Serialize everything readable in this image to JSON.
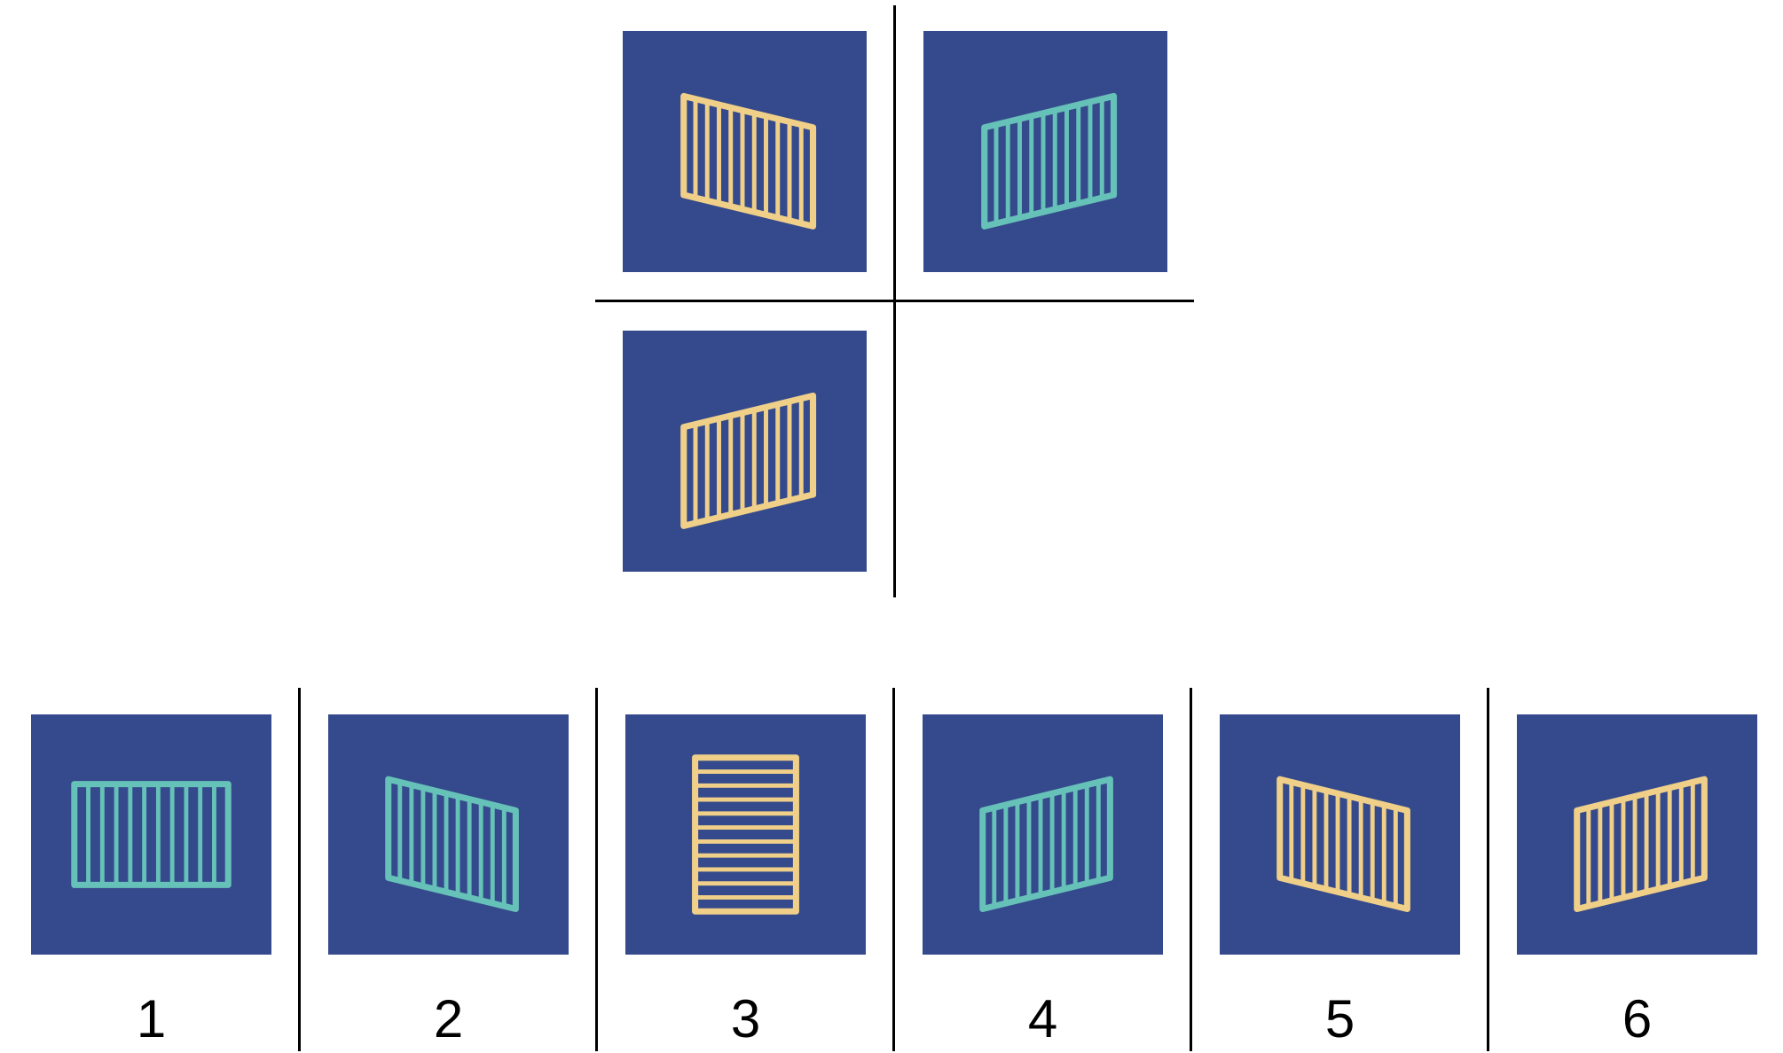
{
  "colors": {
    "tile_background": "#354a8c",
    "cream": "#f0d088",
    "teal": "#66c2b8",
    "divider": "#000000"
  },
  "matrix": {
    "cells": [
      {
        "name": "matrix-cell-1-1",
        "color": "cream",
        "shape": "slant-down",
        "stripes": "vertical"
      },
      {
        "name": "matrix-cell-1-2",
        "color": "teal",
        "shape": "slant-up",
        "stripes": "vertical"
      },
      {
        "name": "matrix-cell-2-1",
        "color": "cream",
        "shape": "slant-up",
        "stripes": "vertical"
      }
    ],
    "missing_cell": "matrix-cell-2-2"
  },
  "options": [
    {
      "label": "1",
      "color": "teal",
      "shape": "rect-wide",
      "stripes": "vertical"
    },
    {
      "label": "2",
      "color": "teal",
      "shape": "slant-down",
      "stripes": "vertical"
    },
    {
      "label": "3",
      "color": "cream",
      "shape": "rect-tall",
      "stripes": "horizontal"
    },
    {
      "label": "4",
      "color": "teal",
      "shape": "slant-up",
      "stripes": "vertical"
    },
    {
      "label": "5",
      "color": "cream",
      "shape": "slant-down",
      "stripes": "vertical"
    },
    {
      "label": "6",
      "color": "cream",
      "shape": "slant-up",
      "stripes": "vertical"
    }
  ]
}
